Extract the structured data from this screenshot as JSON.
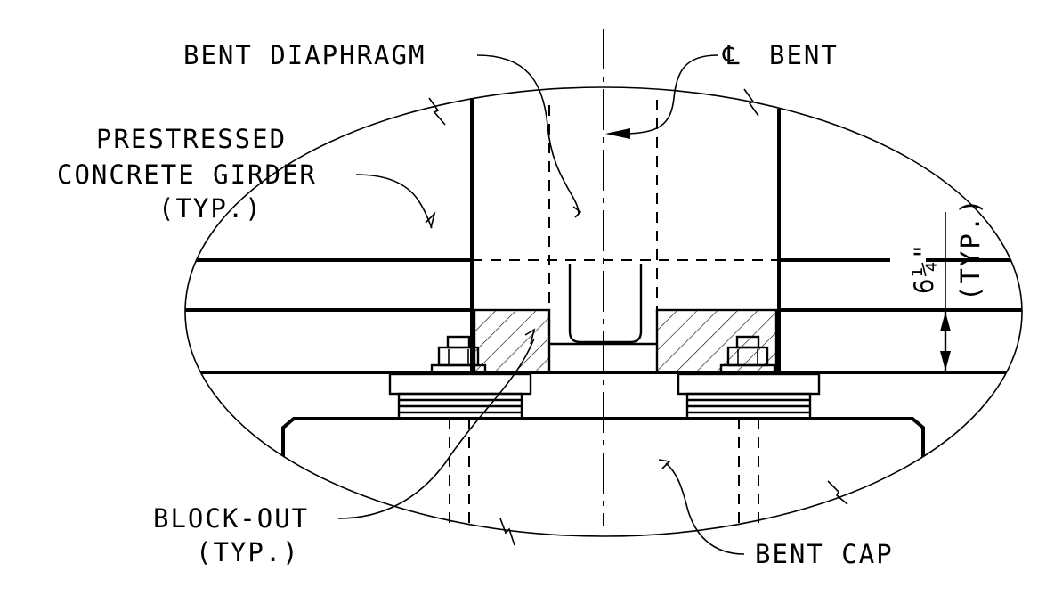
{
  "labels": {
    "bent_diaphragm": "BENT DIAPHRAGM",
    "cl_symbol": "℄",
    "cl_bent": "BENT",
    "girder_line1": "PRESTRESSED",
    "girder_line2": "CONCRETE GIRDER",
    "girder_line3": "(TYP.)",
    "dimension": "6¼\"",
    "dimension_note": "(TYP.)",
    "blockout_line1": "BLOCK-OUT",
    "blockout_line2": "(TYP.)",
    "bent_cap": "BENT CAP"
  }
}
